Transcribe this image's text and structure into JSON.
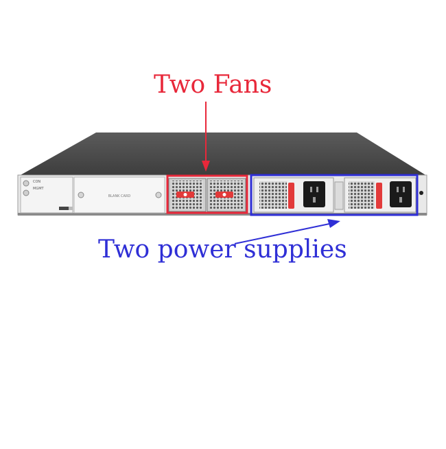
{
  "annotations": {
    "fans_label": "Two Fans",
    "power_label": "Two power supplies",
    "fans_color": "#e8283a",
    "power_color": "#2f2fd6"
  },
  "device": {
    "blank_card_label": "BLANK CARD",
    "port_labels": [
      "CON",
      "MGMT"
    ],
    "chassis_color": "#4a4a4a",
    "faceplate_color": "#f2f2f2",
    "handle_color": "#e23a3a"
  },
  "icons": {
    "fan_module": "fan-grille-icon",
    "power_inlet": "iec-power-inlet-icon",
    "thumb_screw": "thumb-screw-icon"
  }
}
